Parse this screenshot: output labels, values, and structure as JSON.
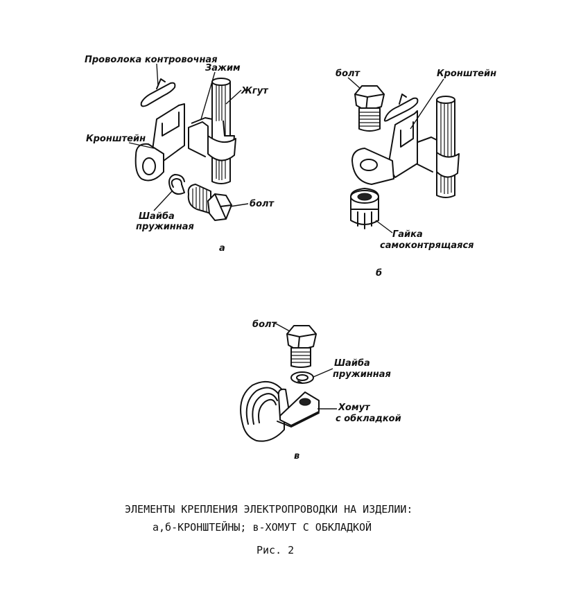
{
  "figure_a": {
    "labels": {
      "wire_lock": "Проволока контровочная",
      "clamp": "Зажим",
      "harness": "Жгут",
      "bracket": "Кронштейн",
      "washer_line1": "Шайба",
      "washer_line2": "пружинная",
      "bolt": "болт"
    },
    "sublabel": "а"
  },
  "figure_b": {
    "labels": {
      "bolt": "болт",
      "bracket": "Кронштейн",
      "nut_line1": "Гайка",
      "nut_line2": "самоконтрящаяся"
    },
    "sublabel": "б"
  },
  "figure_c": {
    "labels": {
      "bolt": "болт",
      "washer_line1": "Шайба",
      "washer_line2": "пружинная",
      "clip_line1": "Хомут",
      "clip_line2": "с обкладкой"
    },
    "sublabel": "в"
  },
  "caption": {
    "line1": "ЭЛЕМЕНТЫ КРЕПЛЕНИЯ ЭЛЕКТРОПРОВОДКИ НА ИЗДЕЛИИ:",
    "line2": "а,б-КРОНШТЕЙНЫ; в-ХОМУТ С ОБКЛАДКОЙ",
    "figure_number": "Рис. 2"
  }
}
